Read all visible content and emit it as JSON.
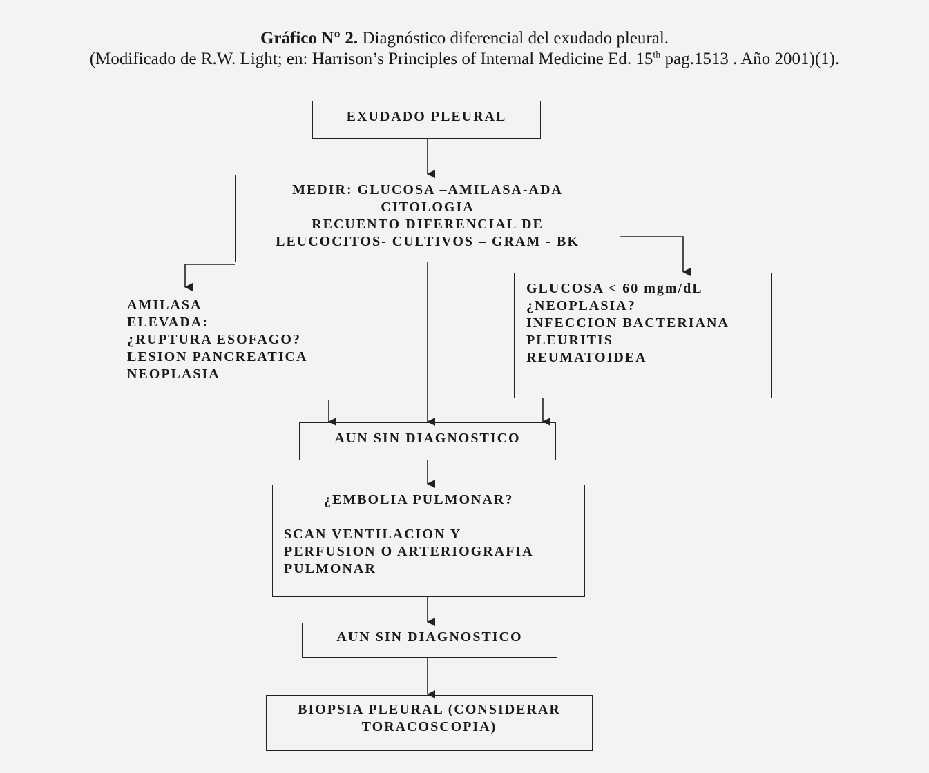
{
  "title": {
    "bold": "Gráfico N° 2.",
    "text": " Diagnóstico diferencial del exudado pleural.",
    "source_pre": "(Modificado de R.W. Light; en: Harrison’s Principles of Internal Medicine Ed. 15",
    "source_sup": "th",
    "source_post": " pag.1513 . Año 2001)(1)."
  },
  "nodes": {
    "exudado": [
      "EXUDADO PLEURAL"
    ],
    "medir": [
      "MEDIR: GLUCOSA –AMILASA-ADA",
      "CITOLOGIA",
      "RECUENTO DIFERENCIAL DE",
      "LEUCOCITOS- CULTIVOS – GRAM - BK"
    ],
    "amilasa": [
      "AMILASA",
      "ELEVADA:",
      "¿RUPTURA ESOFAGO?",
      "LESION PANCREATICA",
      "NEOPLASIA"
    ],
    "glucosa": [
      "GLUCOSA < 60 mgm/dL",
      "¿NEOPLASIA?",
      "INFECCION BACTERIANA",
      "PLEURITIS",
      "REUMATOIDEA"
    ],
    "sin_diag_1": [
      "AUN SIN DIAGNOSTICO"
    ],
    "embolia_q": [
      "¿EMBOLIA PULMONAR?"
    ],
    "embolia_body": [
      "SCAN VENTILACION Y",
      "PERFUSION O ARTERIOGRAFIA",
      "PULMONAR"
    ],
    "sin_diag_2": [
      "AUN SIN DIAGNOSTICO"
    ],
    "biopsia": [
      "BIOPSIA PLEURAL (CONSIDERAR",
      "TORACOSCOPIA)"
    ]
  }
}
